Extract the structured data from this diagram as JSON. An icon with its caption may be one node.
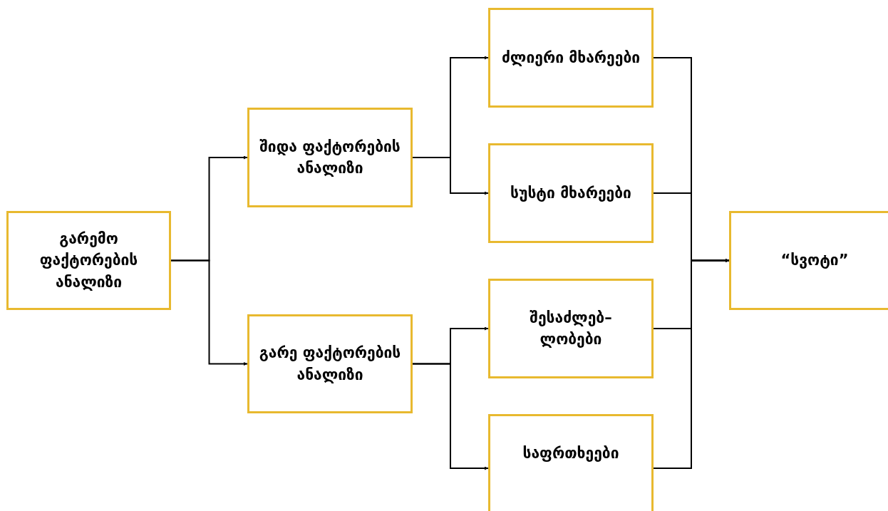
{
  "diagram": {
    "nodes": [
      {
        "text": [
          "გარემო ფაქტორების ანალიზი"
        ]
      },
      {
        "text": [
          "შიდა ფაქტორების ანალიზი"
        ]
      },
      {
        "text": [
          "გარე ფაქტორების ანალიზი"
        ]
      },
      {
        "text": [
          "ძლიერი მხარეები"
        ]
      },
      {
        "text": [
          "სუსტი მხარეები"
        ]
      },
      {
        "text": [
          "შესაძლებ– ლობები"
        ]
      },
      {
        "text": [
          "საფრთხეები"
        ]
      },
      {
        "text": [
          "“სვოტი”"
        ]
      }
    ],
    "edges": [
      {
        "from": 0,
        "to": 1,
        "arrow": "to"
      },
      {
        "from": 0,
        "to": 2,
        "arrow": "to"
      },
      {
        "from": 1,
        "to": 3,
        "arrow": "to"
      },
      {
        "from": 1,
        "to": 4,
        "arrow": "to"
      },
      {
        "from": 2,
        "to": 5,
        "arrow": "to"
      },
      {
        "from": 2,
        "to": 6,
        "arrow": "to"
      },
      {
        "from": 3,
        "to": 7,
        "arrow": "to"
      },
      {
        "from": 4,
        "to": 7,
        "arrow": "to"
      },
      {
        "from": 5,
        "to": 7,
        "arrow": "to"
      },
      {
        "from": 6,
        "to": 7,
        "arrow": "to"
      }
    ]
  }
}
